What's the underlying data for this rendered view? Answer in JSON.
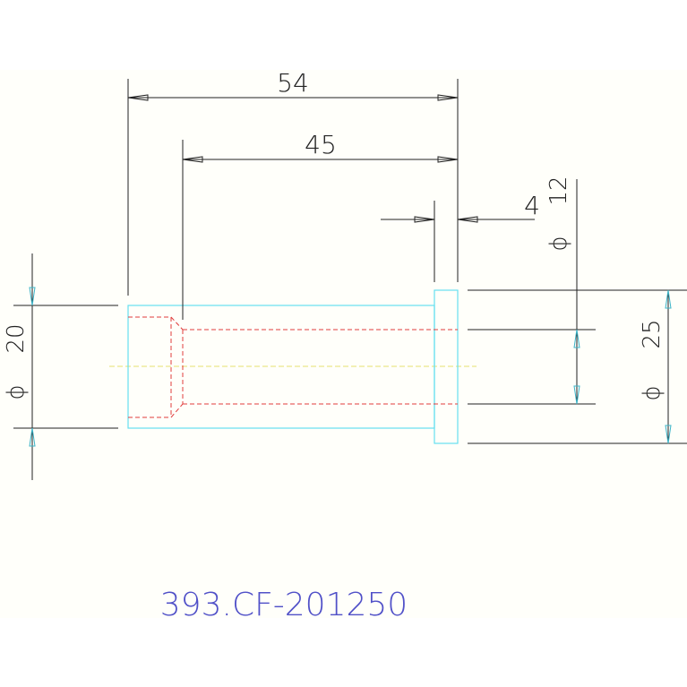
{
  "drawing": {
    "background_color": "#fffffa",
    "outline_color": "#66e0f0",
    "hidden_line_color": "#e03c3c",
    "center_line_color": "#e6e070",
    "dim_line_color": "#222222",
    "arrow_color": "#3cb4c8",
    "text_color": "#5050c8"
  },
  "dimensions": {
    "overall_length": "54",
    "bore_length": "45",
    "flange_thickness": "4",
    "shaft_diameter_symbol": "ϕ",
    "shaft_diameter_value": "20",
    "bore_diameter_symbol": "ϕ",
    "bore_diameter_value": "12",
    "flange_diameter_symbol": "ϕ",
    "flange_diameter_value": "25"
  },
  "part_number": "393.CF-201250"
}
